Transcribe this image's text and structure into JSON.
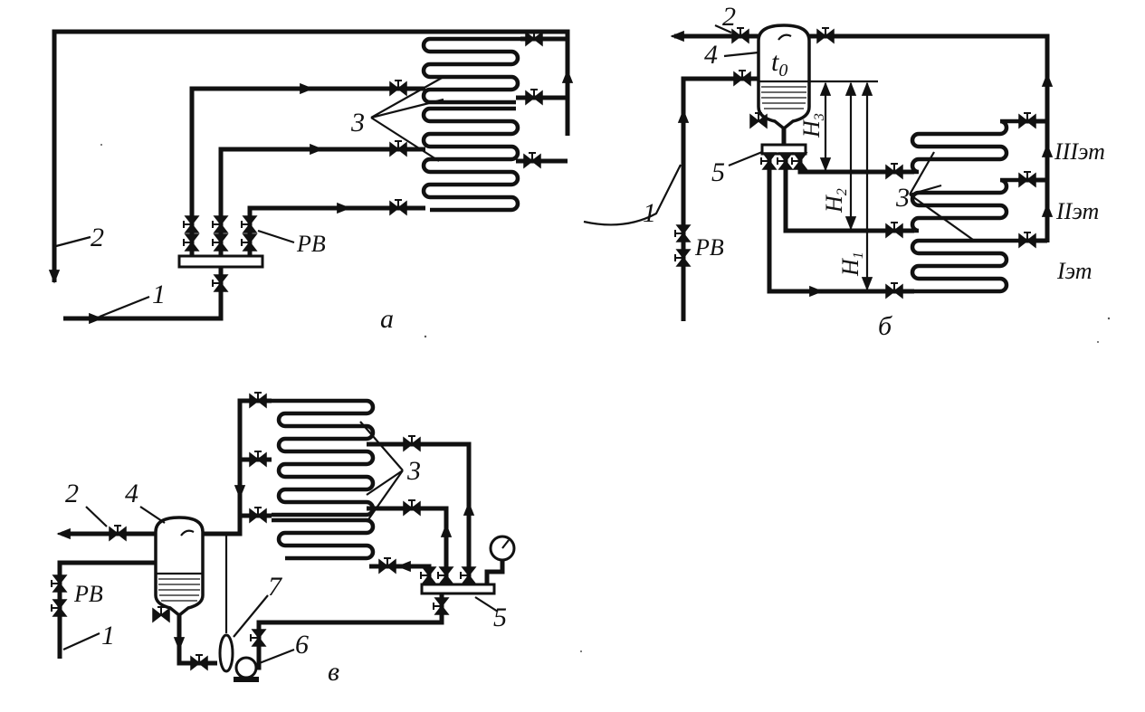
{
  "diagrams": {
    "a": {
      "panel_label": "а",
      "labels": {
        "pipe_1": "1",
        "pipe_2": "2",
        "coils": "3",
        "valve_rv": "РВ"
      }
    },
    "b": {
      "panel_label": "б",
      "labels": {
        "pipe_1": "1",
        "pipe_2": "2",
        "coils": "3",
        "vessel": "4",
        "manifold": "5",
        "valve_rv": "РВ",
        "temperature": "t",
        "temperature_sub": "0",
        "h1": "H",
        "h1_sub": "1",
        "h2": "H",
        "h2_sub": "2",
        "h3": "H",
        "h3_sub": "3",
        "floor_3": "IIIэт",
        "floor_2": "IIэт",
        "floor_1": "Iэт"
      }
    },
    "c": {
      "panel_label": "в",
      "labels": {
        "pipe_1": "1",
        "pipe_2": "2",
        "coils": "3",
        "vessel": "4",
        "manifold": "5",
        "pump": "6",
        "separator": "7",
        "valve_rv": "РВ"
      }
    }
  }
}
